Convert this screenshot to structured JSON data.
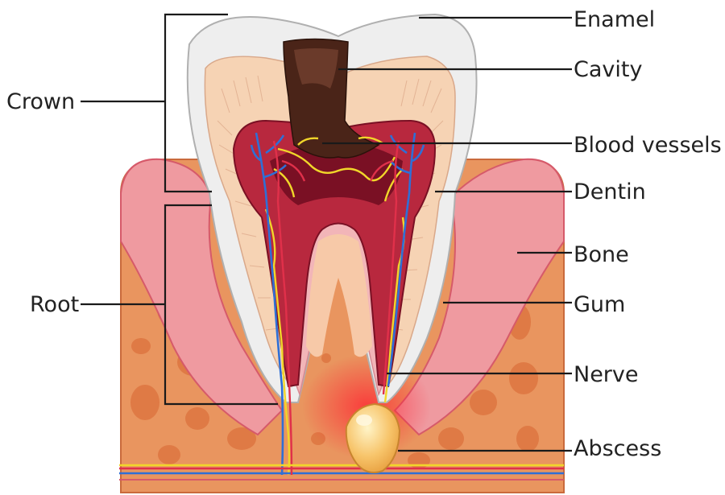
{
  "labels": {
    "enamel": "Enamel",
    "cavity": "Cavity",
    "blood_vessels": "Blood vessels",
    "dentin": "Dentin",
    "bone": "Bone",
    "gum": "Gum",
    "nerve": "Nerve",
    "abscess": "Abscess",
    "crown": "Crown",
    "root": "Root"
  },
  "colors": {
    "bone": "#e9955f",
    "bone_spots": "#df7a45",
    "gum": "#ef9aa0",
    "gum_dark": "#d65a6a",
    "enamel": "#eeeeee",
    "dentin": "#f6d3b4",
    "pulp": "#b8283e",
    "pulp_dark": "#7a1024",
    "cavity": "#4a2418",
    "vessel_blue": "#2f6fd6",
    "vessel_red": "#e0304a",
    "nerve_yellow": "#f1d62a",
    "abscess": "#f7c46a"
  }
}
